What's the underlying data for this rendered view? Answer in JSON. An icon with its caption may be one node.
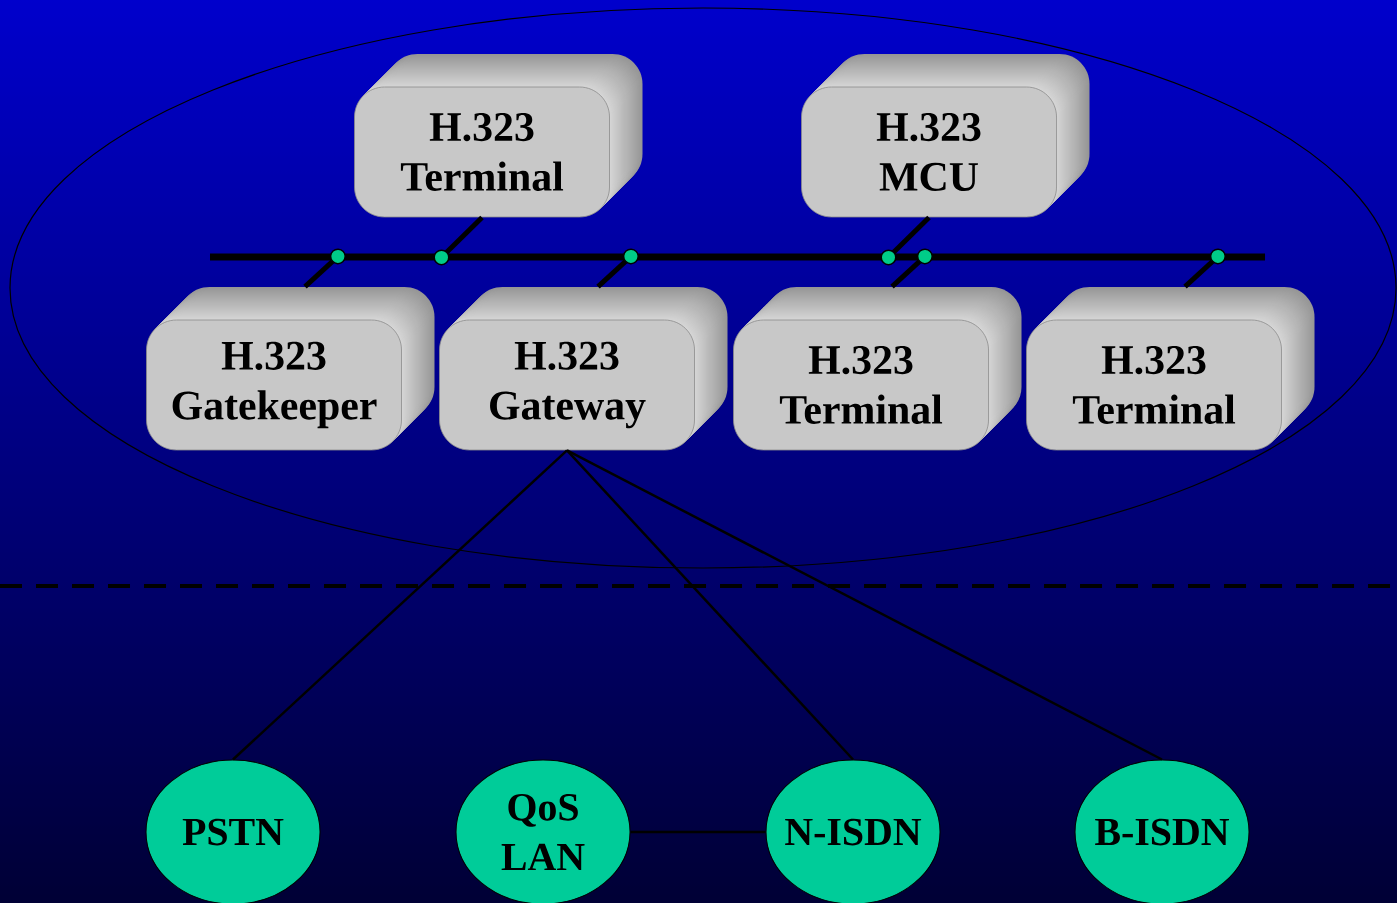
{
  "diagram": {
    "nodes": [
      {
        "text": [
          "H.323 Terminal"
        ]
      },
      {
        "text": [
          "H.323 MCU"
        ]
      },
      {
        "text": [],
        "shape": "bar"
      },
      {
        "text": [
          "H.323 Gatekeeper"
        ]
      },
      {
        "text": [
          "H.323 Gateway"
        ]
      },
      {
        "text": [
          "H.323 Terminal"
        ]
      },
      {
        "text": [
          "H.323 Terminal"
        ]
      },
      {
        "text": [
          "PSTN"
        ]
      },
      {
        "text": [
          "QoS LAN"
        ]
      },
      {
        "text": [
          "N-ISDN"
        ]
      },
      {
        "text": [
          "B-ISDN"
        ]
      }
    ],
    "edges": [
      {
        "from": 0,
        "to": 2,
        "arrow": "other"
      },
      {
        "from": 1,
        "to": 2,
        "arrow": "other"
      },
      {
        "from": 3,
        "to": 2,
        "arrow": "other"
      },
      {
        "from": 4,
        "to": 2,
        "arrow": "other"
      },
      {
        "from": 5,
        "to": 2,
        "arrow": "other"
      },
      {
        "from": 6,
        "to": 2,
        "arrow": "other"
      },
      {
        "from": 4,
        "to": 7,
        "arrow": "none"
      },
      {
        "from": 4,
        "to": 9,
        "arrow": "none"
      },
      {
        "from": 4,
        "to": 10,
        "arrow": "none"
      },
      {
        "from": 8,
        "to": 9,
        "arrow": "none"
      }
    ]
  }
}
